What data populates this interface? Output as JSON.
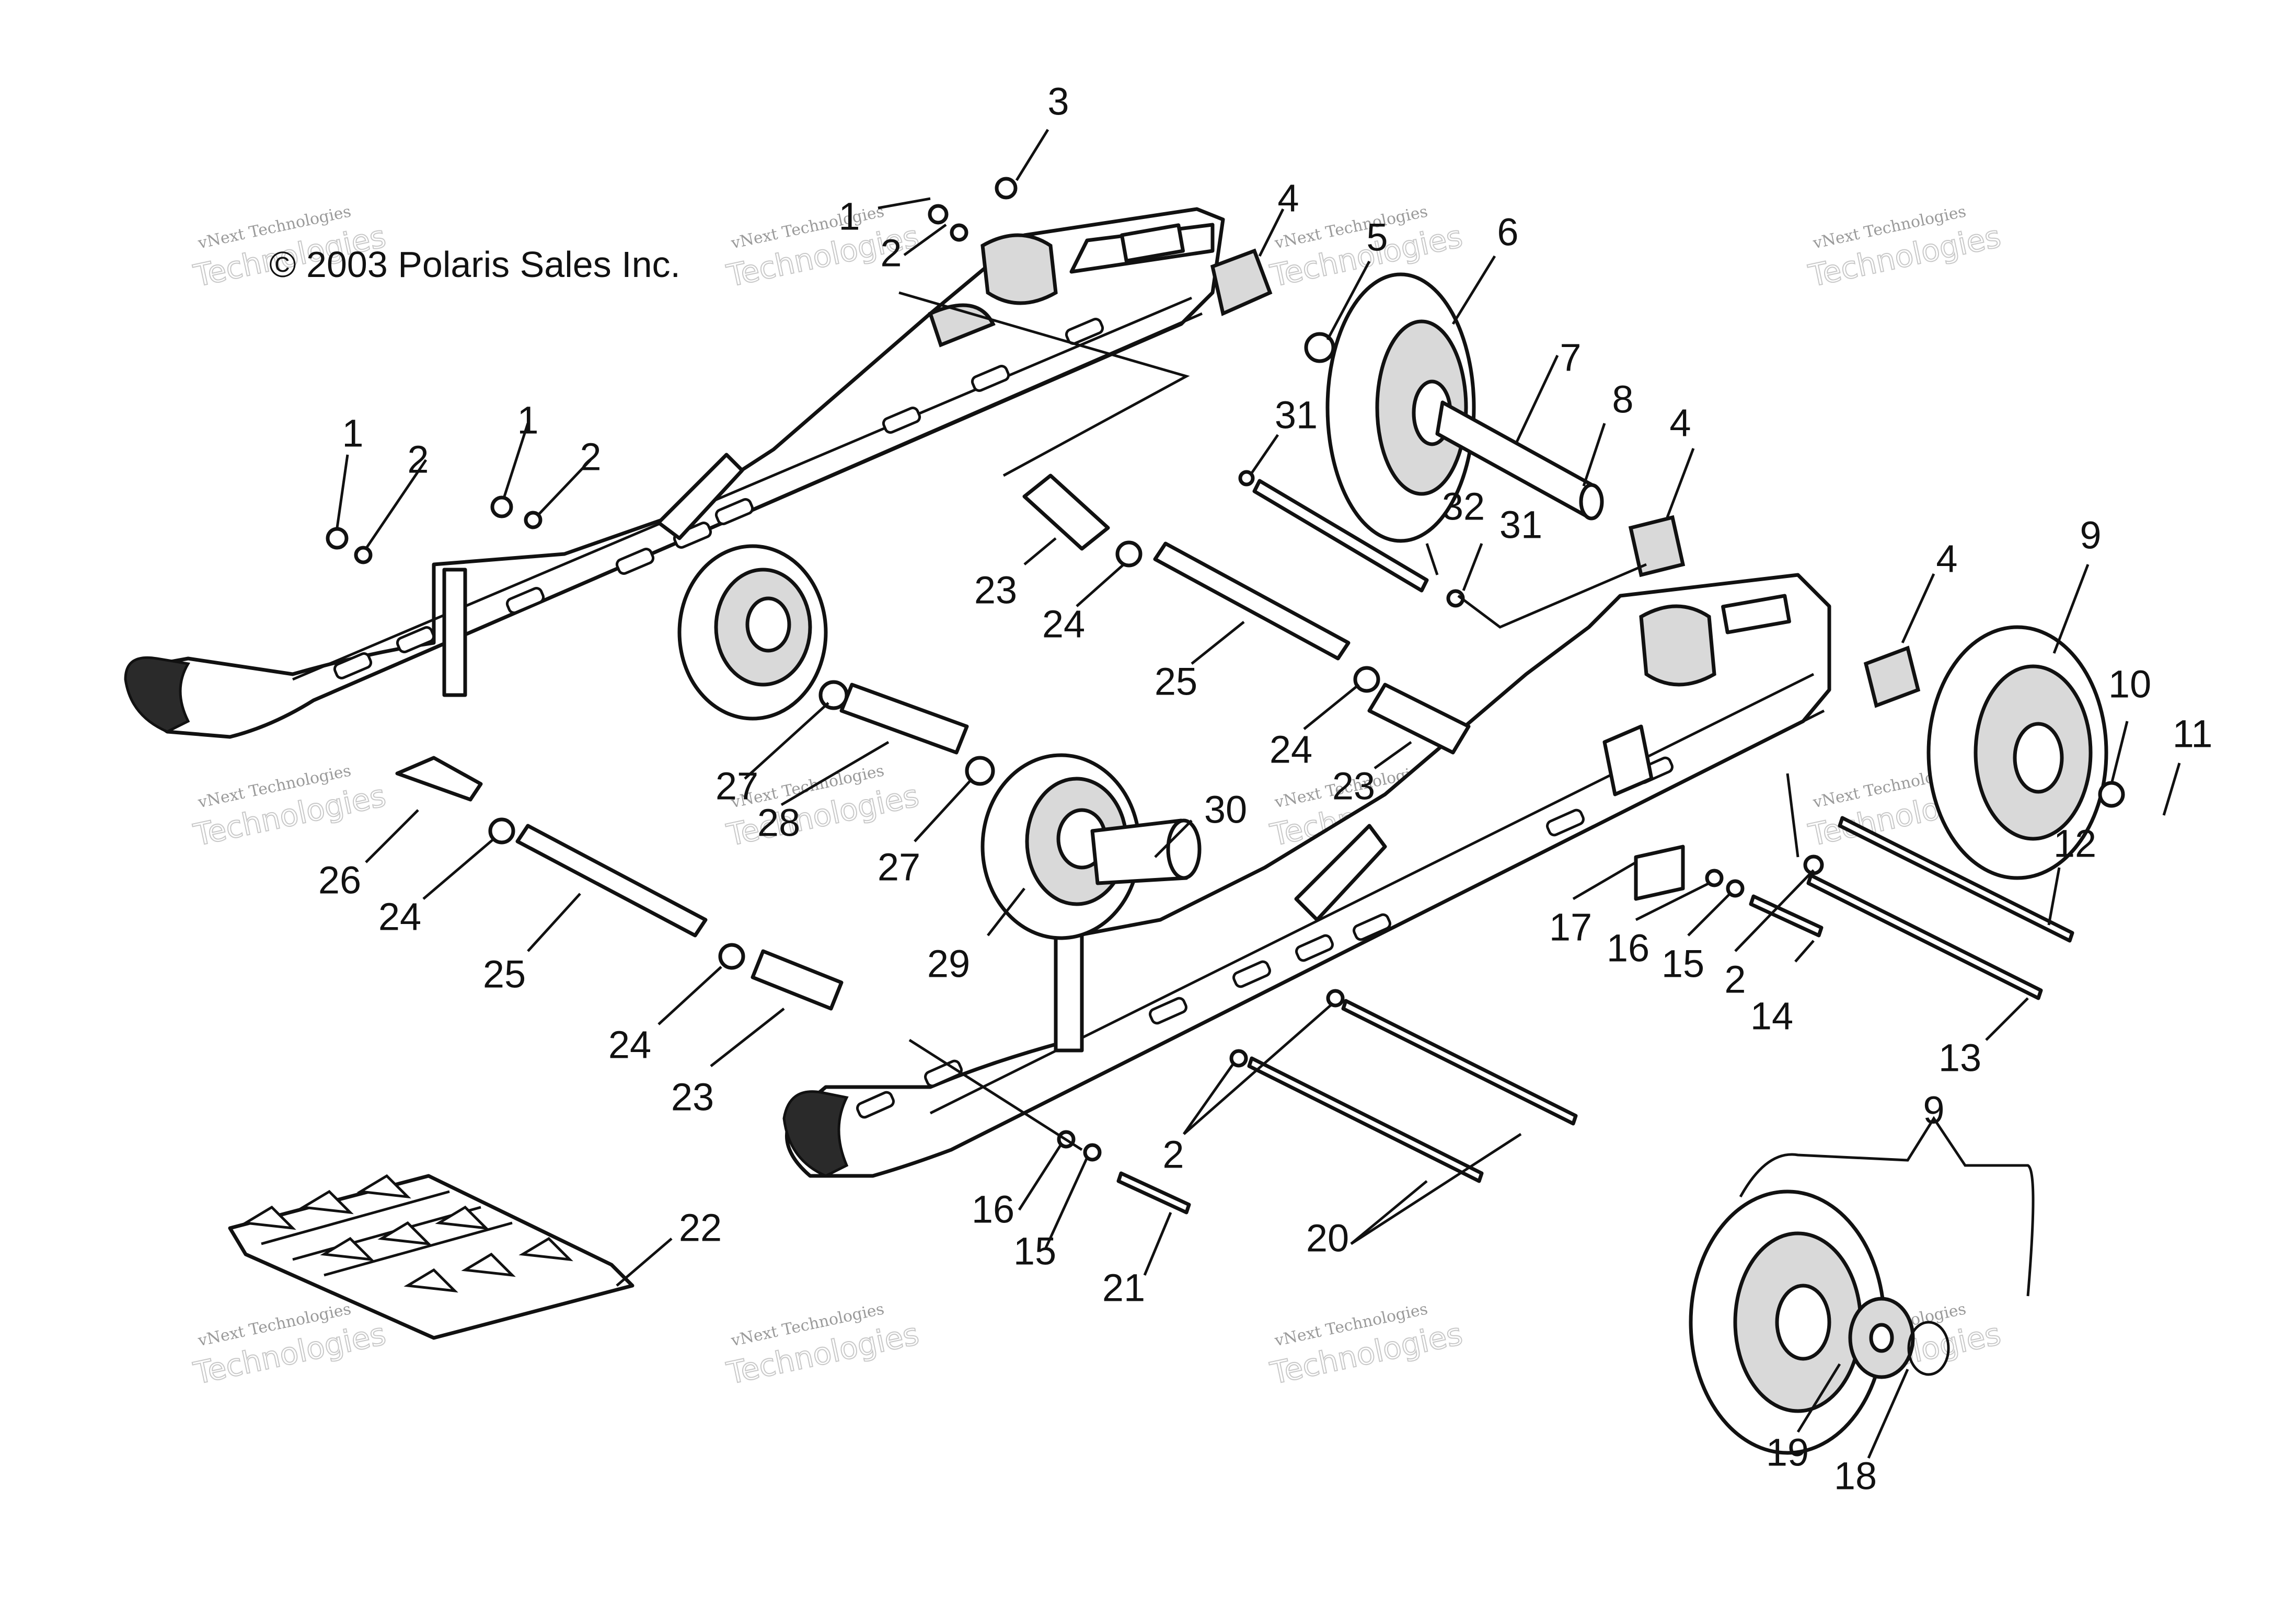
{
  "copyright": "© 2003 Polaris Sales Inc.",
  "watermark": {
    "line1": "vNext Technologies",
    "line2": "Technologies",
    "line3": "vNext"
  },
  "callouts": {
    "c1a": "1",
    "c1b": "1",
    "c1c": "1",
    "c2a": "2",
    "c2b": "2",
    "c2c": "2",
    "c2d": "2",
    "c2e": "2",
    "c3": "3",
    "c4a": "4",
    "c4b": "4",
    "c4c": "4",
    "c5": "5",
    "c6": "6",
    "c7": "7",
    "c8": "8",
    "c9a": "9",
    "c9b": "9",
    "c10": "10",
    "c11": "11",
    "c12": "12",
    "c13": "13",
    "c14": "14",
    "c15a": "15",
    "c15b": "15",
    "c16a": "16",
    "c16b": "16",
    "c17": "17",
    "c18": "18",
    "c19": "19",
    "c20": "20",
    "c21": "21",
    "c22": "22",
    "c23a": "23",
    "c23b": "23",
    "c23c": "23",
    "c24a": "24",
    "c24b": "24",
    "c24c": "24",
    "c24d": "24",
    "c25a": "25",
    "c25b": "25",
    "c26": "26",
    "c27a": "27",
    "c27b": "27",
    "c28": "28",
    "c29": "29",
    "c30": "30",
    "c31a": "31",
    "c31b": "31",
    "c32": "32"
  }
}
